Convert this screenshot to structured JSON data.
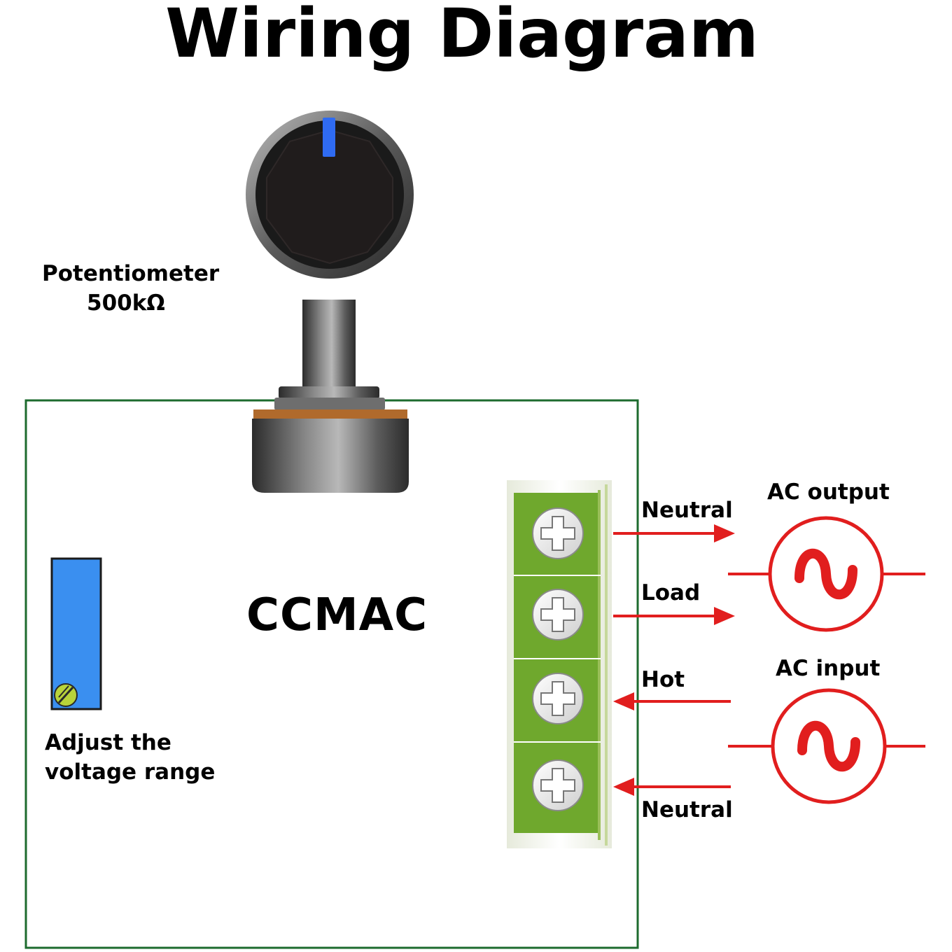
{
  "title": "Wiring Diagram",
  "potentiometer": {
    "label_line1": "Potentiometer",
    "label_line2": "500kΩ"
  },
  "board": {
    "name": "CCMAC",
    "adjust_label_line1": "Adjust the",
    "adjust_label_line2": "voltage range"
  },
  "terminals": [
    {
      "label": "Neutral",
      "direction": "out"
    },
    {
      "label": "Load",
      "direction": "out"
    },
    {
      "label": "Hot",
      "direction": "in"
    },
    {
      "label": "Neutral",
      "direction": "in"
    }
  ],
  "sources": [
    {
      "label": "AC output"
    },
    {
      "label": "AC input"
    }
  ],
  "colors": {
    "board_border": "#1d6b2e",
    "terminal_green": "#6fa82d",
    "wire_red": "#e11e1e",
    "trimmer_blue": "#3a8ff0",
    "knob_indicator": "#2f6bf2"
  }
}
